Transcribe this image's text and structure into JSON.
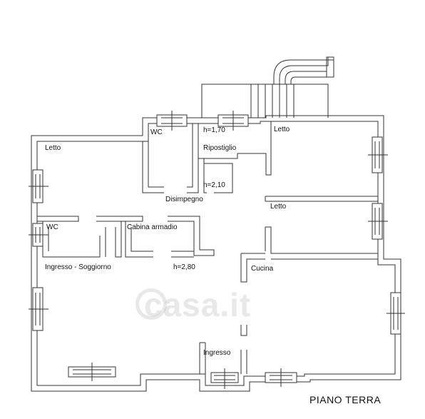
{
  "plan": {
    "title": "PIANO TERRA",
    "watermark": "casa.it",
    "rooms": [
      {
        "id": "letto-1",
        "label": "Letto"
      },
      {
        "id": "wc-top",
        "label": "WC"
      },
      {
        "id": "h-170",
        "label": "h=1,70"
      },
      {
        "id": "ripostiglio",
        "label": "Ripostiglio"
      },
      {
        "id": "h-210",
        "label": "h=2,10"
      },
      {
        "id": "letto-2",
        "label": "Letto"
      },
      {
        "id": "disimpegno",
        "label": "Disimpegno"
      },
      {
        "id": "letto-3",
        "label": "Letto"
      },
      {
        "id": "wc-left",
        "label": "WC"
      },
      {
        "id": "cabina",
        "label": "Cabina armadio"
      },
      {
        "id": "soggiorno",
        "label": "Ingresso - Soggiorno"
      },
      {
        "id": "h-280",
        "label": "h=2,80"
      },
      {
        "id": "cucina",
        "label": "Cucina"
      },
      {
        "id": "ingresso",
        "label": "Ingresso"
      }
    ]
  },
  "colors": {
    "wall": "#333333",
    "watermark": "#bebebe"
  }
}
